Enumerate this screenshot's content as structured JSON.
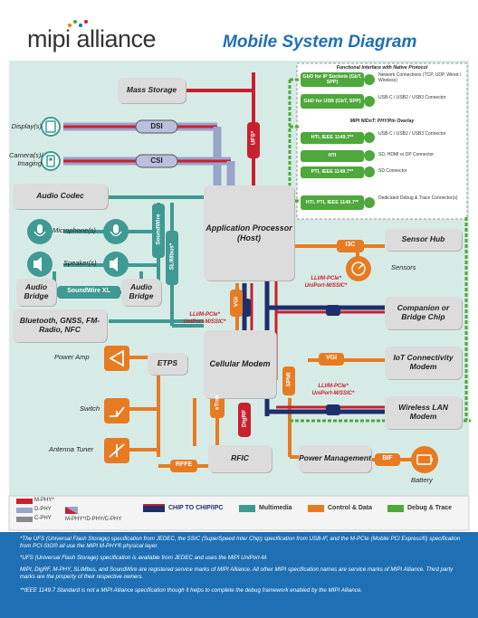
{
  "header": {
    "brand": "mipi alliance",
    "title": "Mobile System Diagram"
  },
  "blocks": {
    "mass_storage": "Mass Storage",
    "audio_codec": "Audio Codec",
    "app_processor": "Application Processor (Host)",
    "cellular_modem": "Cellular Modem",
    "rfic": "RFIC",
    "etps": "ETPS",
    "audio_bridge_left": "Audio Bridge",
    "audio_bridge_right": "Audio Bridge",
    "bluetooth": "Bluetooth, GNSS, FM-Radio, NFC",
    "sensor_hub": "Sensor Hub",
    "companion": "Companion or Bridge Chip",
    "iot": "IoT Connectivity Modem",
    "wlan": "Wireless LAN Modem",
    "power_mgmt": "Power Management"
  },
  "peripherals": {
    "display": "Display(s)",
    "camera": "Camera(s)/ Imaging",
    "microphone": "Microphone(s)",
    "speaker": "Speaker(s)",
    "power_amp": "Power Amp",
    "switch": "Switch",
    "antenna_tuner": "Antenna Tuner",
    "sensors": "Sensors",
    "battery": "Battery"
  },
  "interfaces": {
    "dsi": "DSI",
    "csi": "CSI",
    "ufs": "UFS*",
    "soundwire": "SoundWire",
    "slimbus": "SLIMbus*",
    "soundwire_xl": "SoundWire XL",
    "i3c": "I3C",
    "vgi_app": "VGI",
    "vgi_iot": "VGI",
    "etrak": "eTrak",
    "digrf": "DigRF",
    "spmi": "SPMI",
    "rffe": "RFFE",
    "bif": "BIF",
    "llipcie_1": "LLI/M-PCIe*",
    "unipro_1": "UniPort-M/SSIC*",
    "llipcie_2": "LLI/M-PCIe*",
    "unipro_2": "UniPort-M/SSIC*",
    "llipcie_3": "LLI/M-PCIe*",
    "unipro_3": "UniPort-M/SSIC*"
  },
  "debug_panel": {
    "functional_title": "Functional Interface with Native Protocol",
    "nidnt_title": "MIPI NIDnT: PHY/Pin Overlay",
    "rows": [
      {
        "box": "GbD for IP Sockets (GbT, SPP)",
        "desc": "Network Connections (TCP, UDP, Wired / Wireless)"
      },
      {
        "box": "GbD for USB (GbT, SPP)",
        "desc": "USB-C / USB2 / USB3 Connector"
      },
      {
        "box": "HTI, IEEE 1149.7**",
        "desc": "USB-C / USB2 / USB3 Connector"
      },
      {
        "box": "HTI",
        "desc": "SD, HDMI or DP Connector"
      },
      {
        "box": "PTI, IEEE 1149.7**",
        "desc": "SD Connector"
      },
      {
        "box": "HTI, PTI, IEEE 1149.7**",
        "desc": "Dedicated Debug & Trace Connector(s)"
      }
    ]
  },
  "legend": {
    "mphy": "M-PHY*",
    "dphy": "D-PHY",
    "cphy": "C-PHY",
    "mdc": "M-PHY*/D-PHY/C-PHY",
    "chip": "CHIP TO CHIP/IPC",
    "multimedia": "Multimedia",
    "control": "Control & Data",
    "debug": "Debug & Trace"
  },
  "colors": {
    "mphy": "#c8202f",
    "dphy": "#9aa3c9",
    "cphy": "#8a8a8a",
    "chip_dark": "#1f2f6b",
    "multimedia": "#3e9a92",
    "control": "#e77b22",
    "debug": "#4ea83b",
    "footer": "#1f6fb5"
  },
  "footnotes": [
    "*The UFS (Universal Flash Storage) specification from JEDEC, the SSIC (SuperSpeed Inter Chip) specification from USB-IF, and the M-PCIe (Mobile PCI Express®) specification from PCI-SIG® all use the MIPI M-PHY® physical layer.",
    "*UFS (Universal Flash Storage) specification is available from JEDEC and uses the MIPI UniPort-M.",
    "MIPI, DigRF, M-PHY, SLIMbus, and SoundWire are registered service marks of MIPI Alliance. All other MIPI specification names are service marks of MIPI Alliance. Third party marks are the property of their respective owners.",
    "**IEEE 1149.7 Standard is not a MIPI Alliance specification though it helps to complete the debug framework enabled by the MIPI Alliance."
  ]
}
